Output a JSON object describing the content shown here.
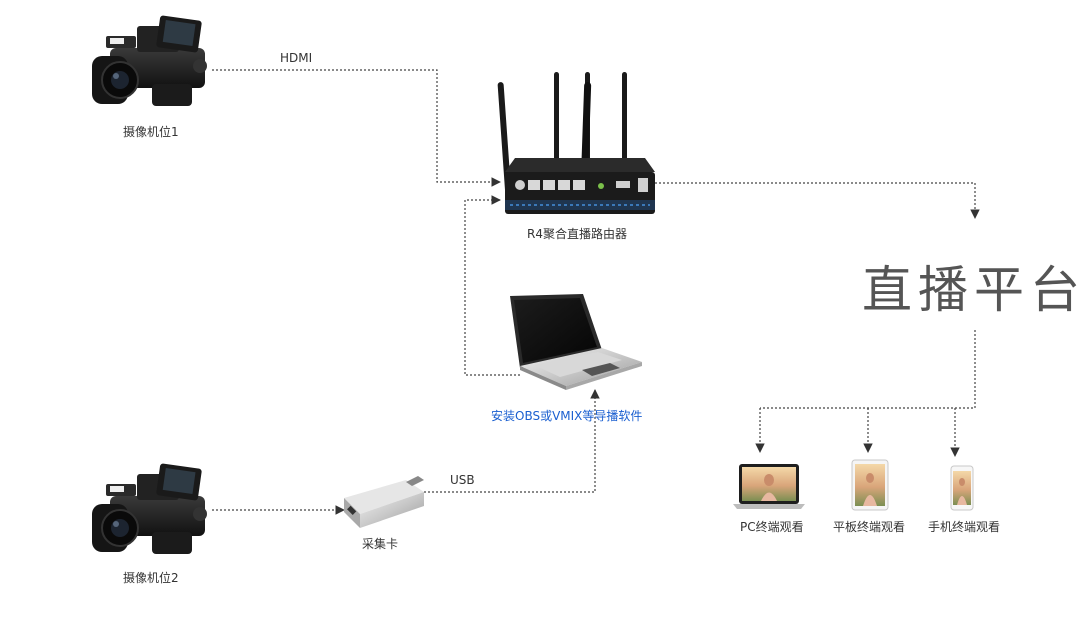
{
  "nodes": {
    "camera1": "摄像机位1",
    "camera2": "摄像机位2",
    "router": "R4聚合直播路由器",
    "laptop": "安装OBS或VMIX等导播软件",
    "capture_card": "采集卡",
    "platform": "直播平台",
    "pc_viewer": "PC终端观看",
    "tablet_viewer": "平板终端观看",
    "phone_viewer": "手机终端观看"
  },
  "edges": {
    "hdmi": "HDMI",
    "usb": "USB"
  },
  "colors": {
    "line": "#444444",
    "label": "#333333",
    "highlight": "#1a5fd0",
    "platform_text": "#555555"
  }
}
